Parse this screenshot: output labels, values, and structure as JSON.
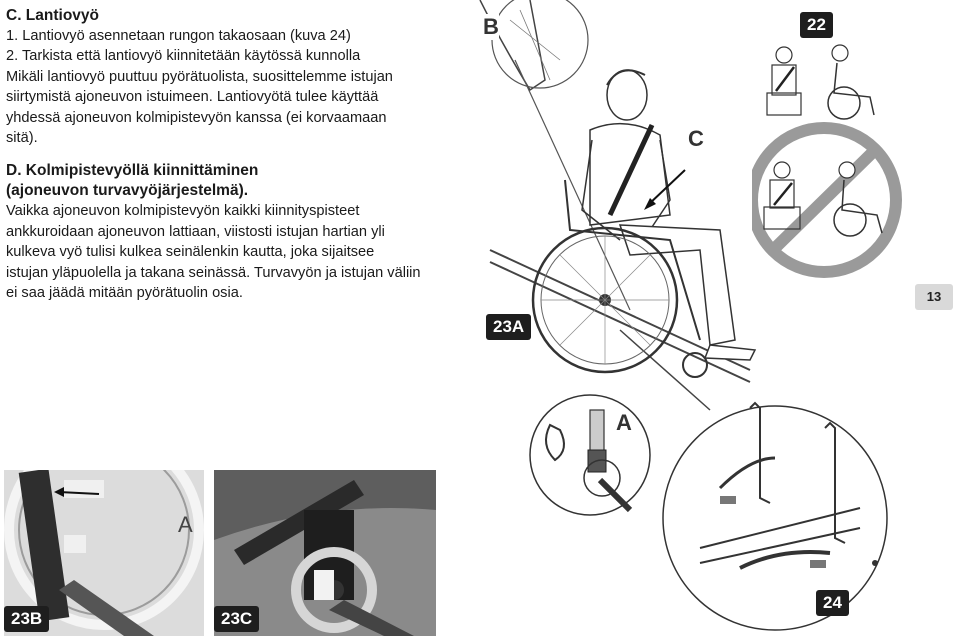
{
  "section_c": {
    "heading": "C. Lantiovyö",
    "lines": [
      "1. Lantiovyö asennetaan rungon takaosaan (kuva 24)",
      "2. Tarkista että lantiovyö kiinnitetään käytössä kunnolla",
      "Mikäli lantiovyö puuttuu pyörätuolista, suosittelemme istujan",
      "siirtymistä ajoneuvon istuimeen. Lantiovyötä tulee käyttää",
      "yhdessä ajoneuvon kolmipistevyön kanssa (ei korvaamaan",
      "sitä)."
    ]
  },
  "section_d": {
    "heading_lines": [
      "D. Kolmipistevyöllä kiinnittäminen",
      "(ajoneuvon turvavyöjärjestelmä)."
    ],
    "lines": [
      "Vaikka ajoneuvon kolmipistevyön kaikki kiinnityspisteet",
      "ankkuroidaan ajoneuvon lattiaan, viistosti istujan hartian yli",
      "kulkeva vyö tulisi kulkea seinälenkin kautta, joka sijaitsee",
      "istujan yläpuolella ja takana seinässä. Turvavyön ja istujan väliin",
      "ei saa jäädä mitään pyörätuolin osia."
    ]
  },
  "figures": {
    "f23a": "23A",
    "f23b": "23B",
    "f23c": "23C",
    "f22": "22",
    "f24": "24",
    "label_a1": "A",
    "label_a2": "A",
    "label_b": "B",
    "label_c": "C"
  },
  "page_number": "13"
}
